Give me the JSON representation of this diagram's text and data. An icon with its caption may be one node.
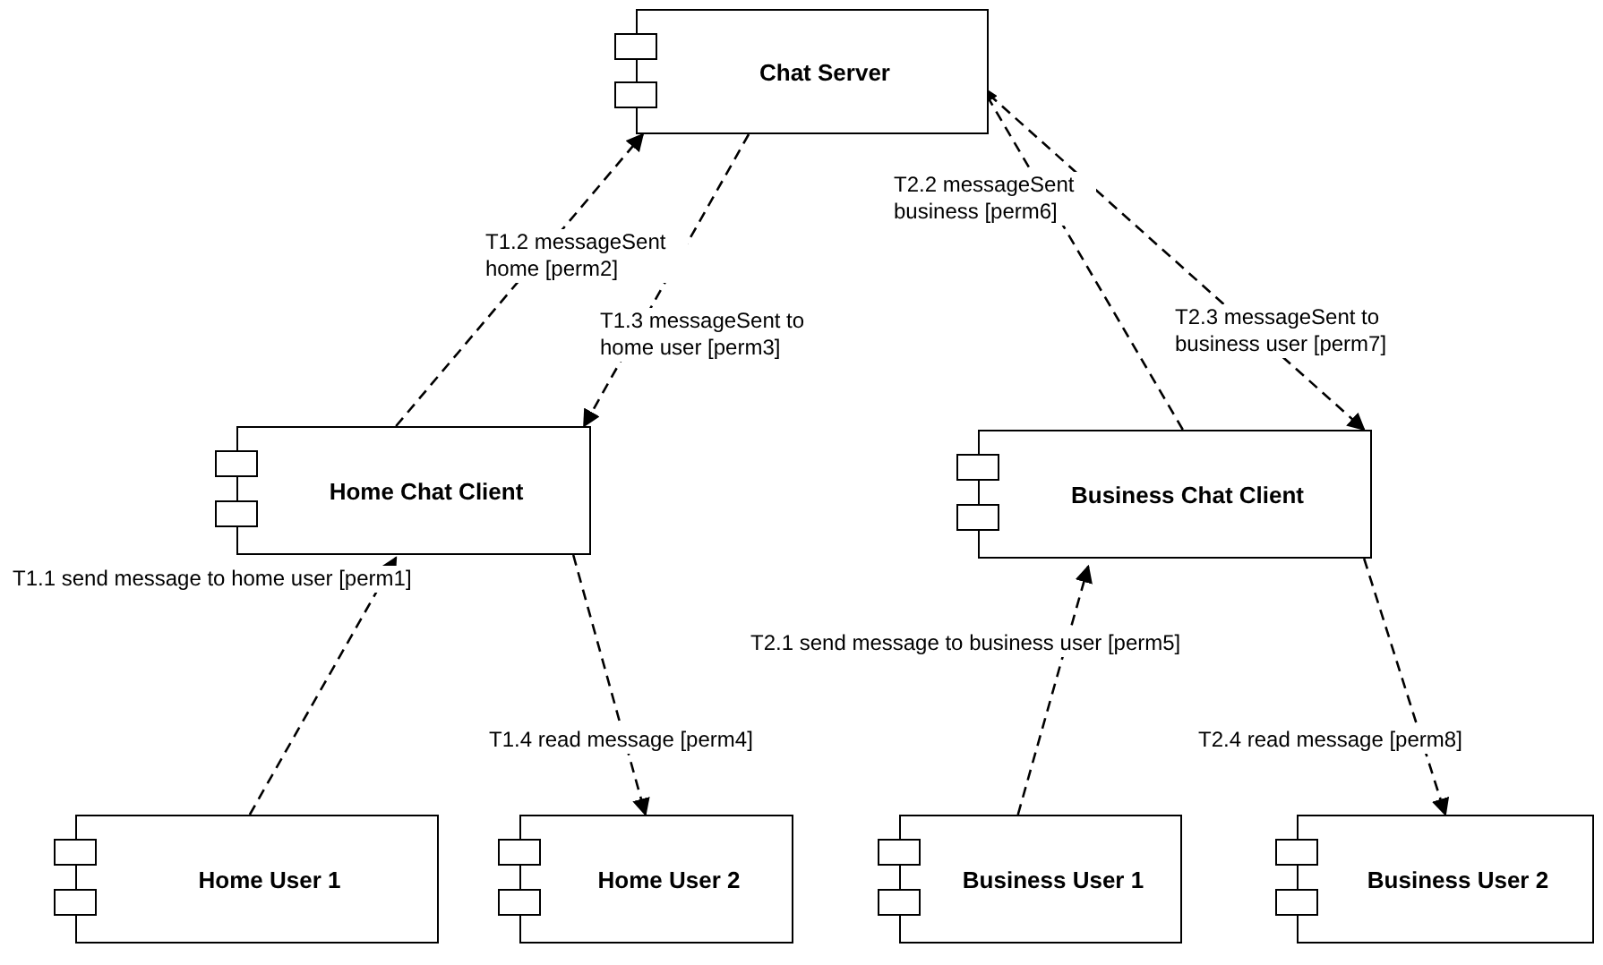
{
  "diagram": {
    "nodes": [
      {
        "text": [
          "Chat Server"
        ]
      },
      {
        "text": [
          "Home Chat Client"
        ]
      },
      {
        "text": [
          "Business Chat Client"
        ]
      },
      {
        "text": [
          "Home User 1"
        ]
      },
      {
        "text": [
          "Home User 2"
        ]
      },
      {
        "text": [
          "Business User 1"
        ]
      },
      {
        "text": [
          "Business User 2"
        ]
      }
    ],
    "edges": [
      {
        "from": 3,
        "to": 1,
        "arrow": "to",
        "style": "dashed",
        "label": "T1.1 send message to home user [perm1]"
      },
      {
        "from": 1,
        "to": 0,
        "arrow": "to",
        "style": "dashed",
        "label": "T1.2 messageSent home [perm2]"
      },
      {
        "from": 0,
        "to": 1,
        "arrow": "to",
        "style": "dashed",
        "label": "T1.3 messageSent to home user [perm3]"
      },
      {
        "from": 1,
        "to": 4,
        "arrow": "to",
        "style": "dashed",
        "label": "T1.4 read message [perm4]"
      },
      {
        "from": 5,
        "to": 2,
        "arrow": "to",
        "style": "dashed",
        "label": "T2.1 send message to business user [perm5]"
      },
      {
        "from": 2,
        "to": 0,
        "arrow": "to",
        "style": "dashed",
        "label": "T2.2 messageSent business [perm6]"
      },
      {
        "from": 0,
        "to": 2,
        "arrow": "to",
        "style": "dashed",
        "label": "T2.3 messageSent to business user [perm7]"
      },
      {
        "from": 2,
        "to": 6,
        "arrow": "to",
        "style": "dashed",
        "label": "T2.4 read message [perm8]"
      }
    ]
  }
}
